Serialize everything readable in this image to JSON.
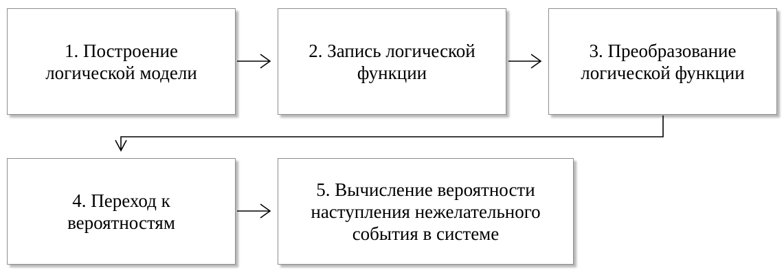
{
  "diagram": {
    "steps": [
      {
        "label": "1. Построение\nлогической модели"
      },
      {
        "label": "2. Запись логической\nфункции"
      },
      {
        "label": "3. Преобразование\nлогической функции"
      },
      {
        "label": "4. Переход к\nвероятностям"
      },
      {
        "label": "5. Вычисление вероятности\nнаступления нежелательного\nсобытия в системе"
      }
    ],
    "colors": {
      "border": "#8c8c8c",
      "text": "#000000",
      "arrow": "#000000",
      "background": "#ffffff"
    }
  }
}
